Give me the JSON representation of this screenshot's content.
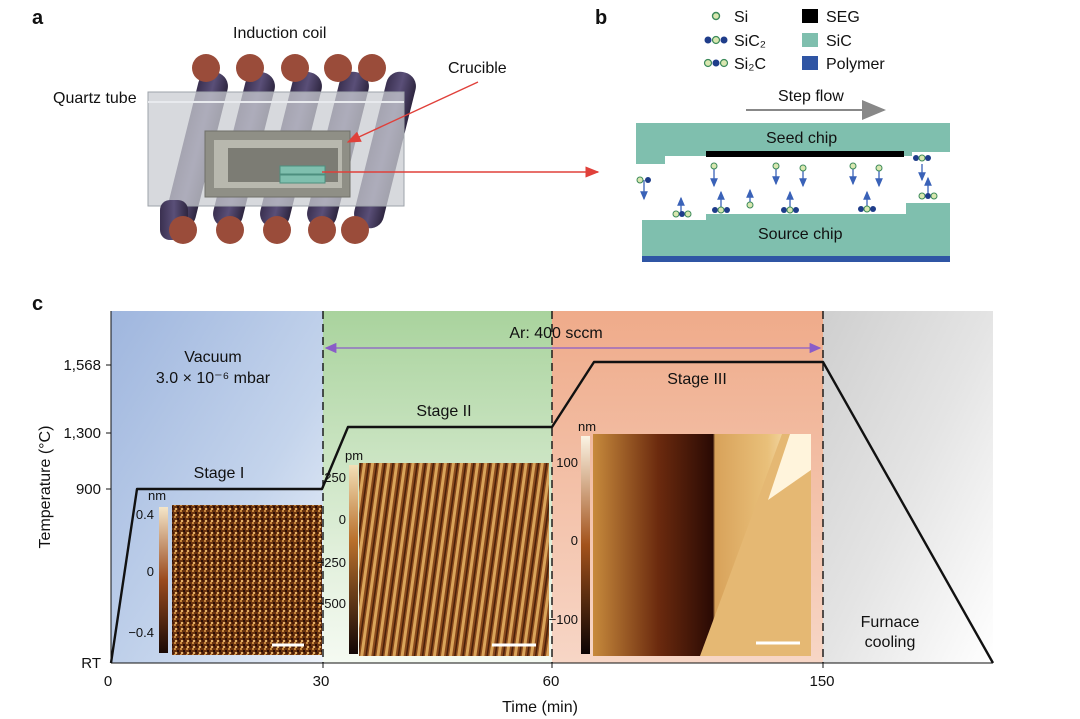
{
  "panel_a": {
    "letter": "a",
    "coil_label": "Induction coil",
    "crucible_label": "Crucible",
    "tube_label": "Quartz tube"
  },
  "panel_b": {
    "letter": "b",
    "legend_molecules": [
      {
        "label": "Si",
        "icon": "si-atom-icon"
      },
      {
        "label": "SiC₂",
        "icon": "sic2-molecule-icon"
      },
      {
        "label": "Si₂C",
        "icon": "si2c-molecule-icon"
      }
    ],
    "legend_materials": [
      {
        "label": "SEG",
        "color": "#000000"
      },
      {
        "label": "SiC",
        "color": "#7fbfae"
      },
      {
        "label": "Polymer",
        "color": "#2f55a4"
      }
    ],
    "step_flow": "Step flow",
    "seed_chip": "Seed chip",
    "source_chip": "Source chip"
  },
  "panel_c": {
    "letter": "c",
    "y_axis_label": "Temperature (°C)",
    "x_axis_label": "Time (min)",
    "y_ticks": [
      "1,568",
      "1,300",
      "900",
      "RT"
    ],
    "x_ticks": [
      "0",
      "30",
      "60",
      "150"
    ],
    "vacuum_line1": "Vacuum",
    "vacuum_line2": "3.0 × 10⁻⁶ mbar",
    "ar_label": "Ar: 400 sccm",
    "stage1": "Stage I",
    "stage2": "Stage II",
    "stage3": "Stage III",
    "cooling_line1": "Furnace",
    "cooling_line2": "cooling",
    "inset1": {
      "unit": "nm",
      "ticks": [
        "0.4",
        "0",
        "−0.4"
      ]
    },
    "inset2": {
      "unit": "pm",
      "ticks": [
        "250",
        "0",
        "−250",
        "−500"
      ]
    },
    "inset3": {
      "unit": "nm",
      "ticks": [
        "100",
        "0",
        "−100"
      ]
    }
  },
  "colors": {
    "sic": "#7fbfae",
    "seg": "#000000",
    "polymer": "#2f55a4",
    "vacuum_bg": "#a9bfe0",
    "stage2_bg": "#b8d9ae",
    "stage3_bg": "#f1b89c",
    "cooling_bg": "#d4d4d4",
    "arrow_red": "#e0403a",
    "ar_arrow": "#8a5cc8"
  }
}
